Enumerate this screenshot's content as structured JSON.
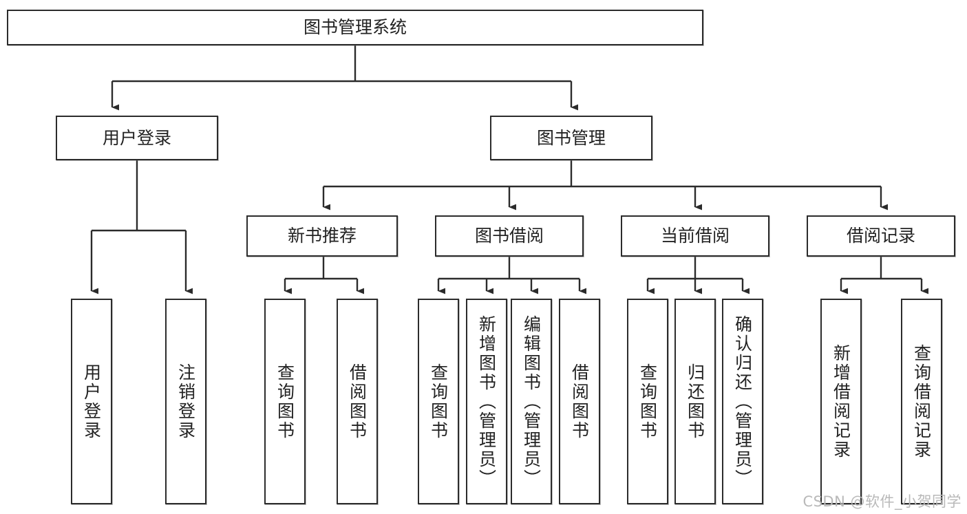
{
  "diagram": {
    "title": "图书管理系统",
    "type": "tree-hierarchy-diagram",
    "root": {
      "id": "root",
      "label": "图书管理系统"
    },
    "level2": [
      {
        "id": "user-login",
        "label": "用户登录"
      },
      {
        "id": "book-management",
        "label": "图书管理"
      }
    ],
    "level3": [
      {
        "id": "new-book-recommend",
        "label": "新书推荐",
        "parent": "book-management"
      },
      {
        "id": "book-borrow",
        "label": "图书借阅",
        "parent": "book-management"
      },
      {
        "id": "current-borrow",
        "label": "当前借阅",
        "parent": "book-management"
      },
      {
        "id": "borrow-record",
        "label": "借阅记录",
        "parent": "book-management"
      }
    ],
    "leaves": {
      "user-login": [
        {
          "id": "leaf-user-login",
          "label": "用户登录"
        },
        {
          "id": "leaf-user-logout",
          "label": "注销登录"
        }
      ],
      "new-book-recommend": [
        {
          "id": "leaf-query-book-1",
          "label": "查询图书"
        },
        {
          "id": "leaf-borrow-book-1",
          "label": "借阅图书"
        }
      ],
      "book-borrow": [
        {
          "id": "leaf-query-book-2",
          "label": "查询图书"
        },
        {
          "id": "leaf-add-book",
          "label": "新增图书（管理员）"
        },
        {
          "id": "leaf-edit-book",
          "label": "编辑图书（管理员）"
        },
        {
          "id": "leaf-borrow-book-2",
          "label": "借阅图书"
        }
      ],
      "current-borrow": [
        {
          "id": "leaf-query-book-3",
          "label": "查询图书"
        },
        {
          "id": "leaf-return-book",
          "label": "归还图书"
        },
        {
          "id": "leaf-confirm-return",
          "label": "确认归还（管理员）"
        }
      ],
      "borrow-record": [
        {
          "id": "leaf-add-record",
          "label": "新增借阅记录"
        },
        {
          "id": "leaf-query-record",
          "label": "查询借阅记录"
        }
      ]
    },
    "watermark": "CSDN @软件_小贺同学",
    "colors": {
      "stroke": "#2b2b2b",
      "fill": "#ffffff",
      "text": "#222222",
      "watermark": "#b9b9b9"
    }
  }
}
